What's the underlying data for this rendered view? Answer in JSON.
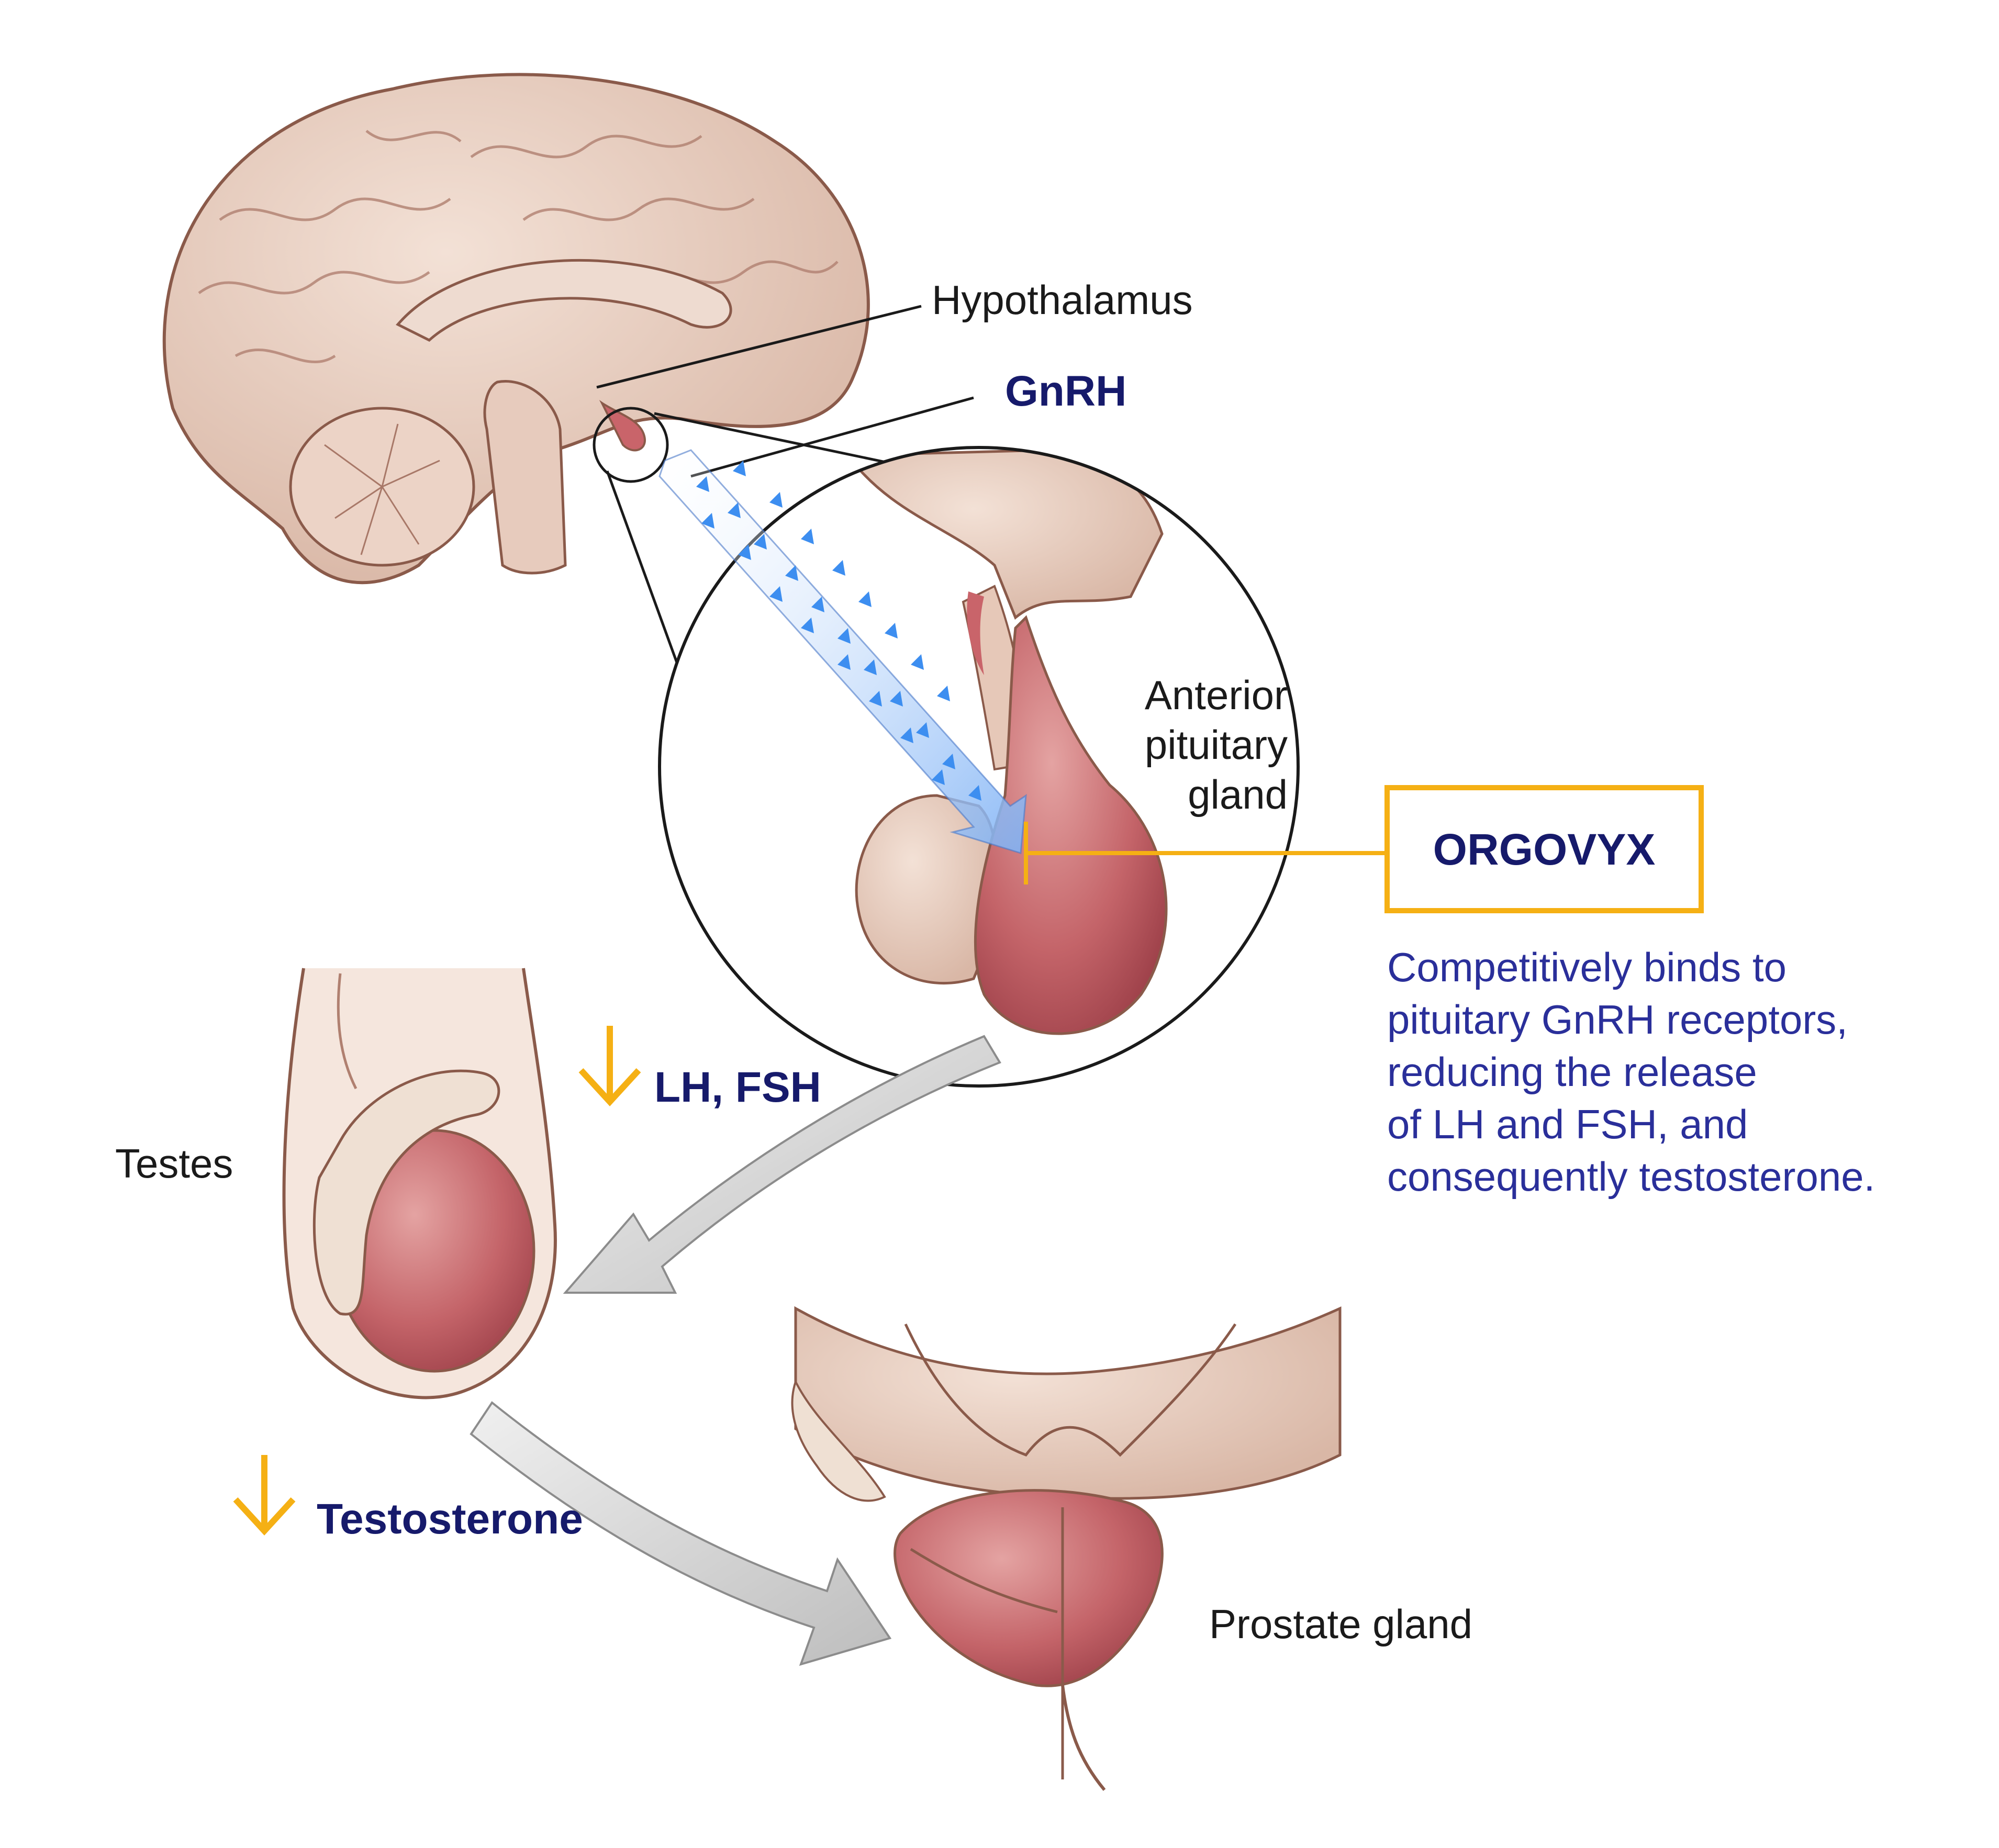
{
  "labels": {
    "hypothalamus": "Hypothalamus",
    "gnrh": "GnRH",
    "anterior_pituitary": [
      "Anterior",
      "pituitary",
      "gland"
    ],
    "drug_name": "ORGOVYX",
    "lh_fsh": "LH, FSH",
    "testes": "Testes",
    "testosterone": "Testosterone",
    "prostate": "Prostate gland"
  },
  "description": [
    "Competitively binds to",
    "pituitary GnRH receptors,",
    "reducing the release",
    "of LH and FSH, and",
    "consequently testosterone."
  ],
  "icons": {
    "decrease": "arrow-down-icon",
    "inhibit": "inhibition-bar-icon"
  },
  "colors": {
    "navy_text": "#161a6b",
    "description_text": "#2a2f9a",
    "accent_yellow": "#f5b014",
    "tissue_beige": "#e8cfc2",
    "gland_red": "#c9646a",
    "gnrh_blue": "#3d8ef0",
    "flow_arrow_gray": "#c9c9c9"
  }
}
